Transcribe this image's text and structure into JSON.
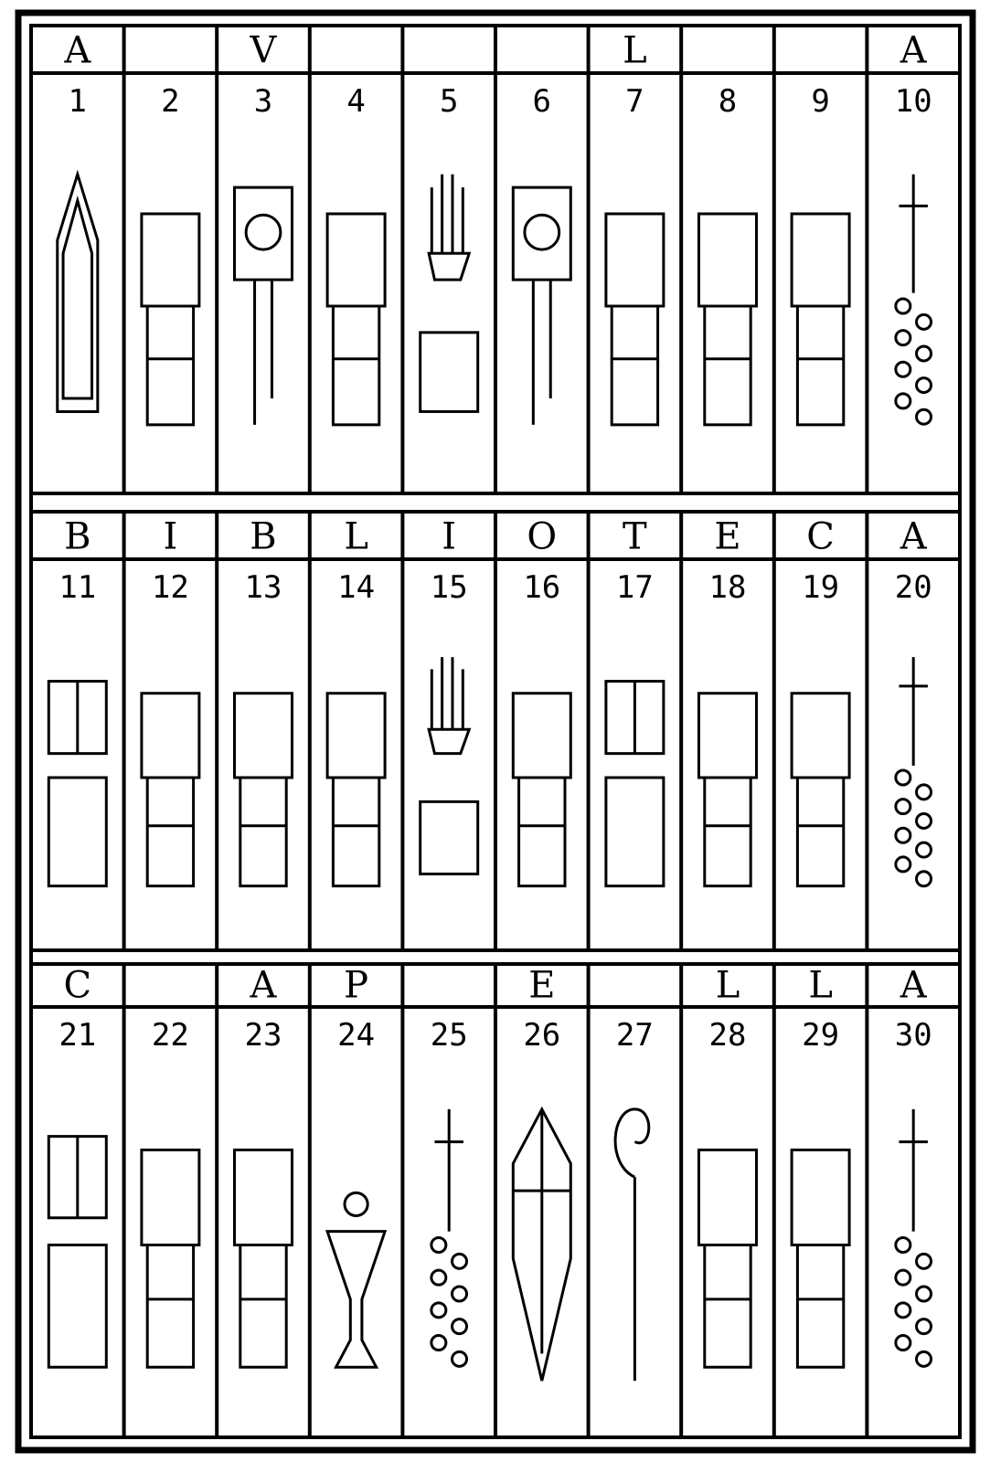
{
  "sections": [
    {
      "letters": [
        "A",
        "",
        "V",
        "",
        "",
        "",
        "L",
        "",
        "",
        "A"
      ],
      "numbers": [
        "1",
        "2",
        "3",
        "4",
        "5",
        "6",
        "7",
        "8",
        "9",
        "10"
      ],
      "icons": [
        "arched-window-icon",
        "ewer-on-cabinet-icon",
        "clock-tower-icon",
        "potted-flower-icon",
        "hand-and-vase-icon",
        "pendulum-clock-icon",
        "framed-picture-icon",
        "bed-with-canopy-icon",
        "window-and-fruit-bowl-icon",
        "cross-and-rosary-icon"
      ]
    },
    {
      "letters": [
        "B",
        "I",
        "B",
        "L",
        "I",
        "O",
        "T",
        "E",
        "C",
        "A"
      ],
      "numbers": [
        "11",
        "12",
        "13",
        "14",
        "15",
        "16",
        "17",
        "18",
        "19",
        "20"
      ],
      "icons": [
        "shelf-with-books-icon",
        "lamp-on-cabinet-icon",
        "stove-icon",
        "reading-lectern-icon",
        "hand-and-chest-icon",
        "desk-with-globe-icon",
        "open-books-icon",
        "scrolls-and-basket-icon",
        "candle-and-shelf-icon",
        "cross-and-spectacles-icon"
      ]
    },
    {
      "letters": [
        "C",
        "",
        "A",
        "P",
        "",
        "E",
        "",
        "L",
        "L",
        "A"
      ],
      "numbers": [
        "21",
        "22",
        "23",
        "24",
        "25",
        "26",
        "27",
        "28",
        "29",
        "30"
      ],
      "icons": [
        "book-cabinet-icon",
        "altar-with-tablets-icon",
        "censer-icon",
        "chalice-icon",
        "hand-and-cross-icon",
        "chasuble-icon",
        "crozier-icon",
        "mitre-on-stand-icon",
        "vestment-icon",
        "cross-on-stand-icon"
      ]
    }
  ]
}
